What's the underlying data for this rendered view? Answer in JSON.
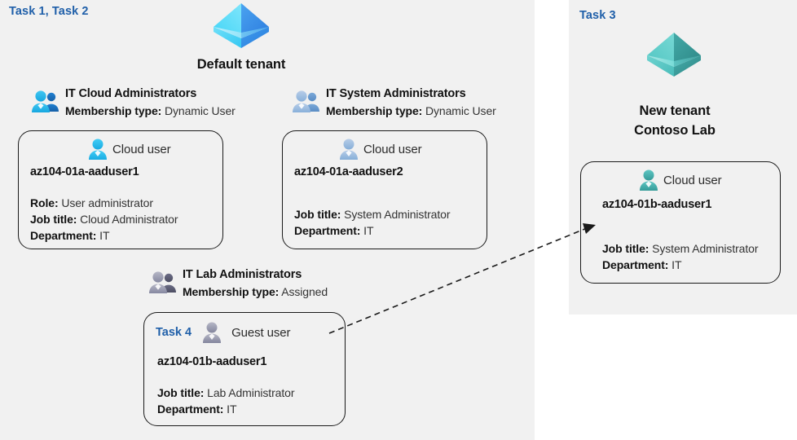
{
  "panels": [
    {
      "id": "default-tenant-panel",
      "task_label": "Task 1, Task 2"
    },
    {
      "id": "new-tenant-panel",
      "task_label": "Task 3"
    }
  ],
  "tenants": [
    {
      "name": "Default tenant",
      "icon": "azure-ad-tenant-icon",
      "color": "#32b2ef"
    },
    {
      "name_line1": "New  tenant",
      "name_line2": "Contoso Lab",
      "icon": "azure-ad-tenant-icon",
      "color": "#3fb2b0"
    }
  ],
  "groups": [
    {
      "name": "IT Cloud Administrators",
      "membership_label": "Membership type:",
      "membership_value": "Dynamic User",
      "icon": "group-users-icon",
      "color": "#27a9e1"
    },
    {
      "name": "IT System Administrators",
      "membership_label": "Membership type:",
      "membership_value": "Dynamic User",
      "icon": "group-users-icon",
      "color": "#8fb4dc"
    },
    {
      "name": "IT Lab Administrators",
      "membership_label": "Membership type:",
      "membership_value": "Assigned",
      "icon": "group-users-icon",
      "color": "#8e8fa6"
    }
  ],
  "users": [
    {
      "task": "",
      "type": "Cloud user",
      "icon": "cloud-user-icon",
      "color": "#29b6e8",
      "upn": "az104-01a-aaduser1",
      "props": [
        {
          "label": "Role:",
          "value": "User administrator"
        },
        {
          "label": "Job title:",
          "value": "Cloud Administrator"
        },
        {
          "label": "Department:",
          "value": "IT"
        }
      ]
    },
    {
      "task": "",
      "type": "Cloud user",
      "icon": "cloud-user-icon",
      "color": "#8fb4dc",
      "upn": "az104-01a-aaduser2",
      "props": [
        {
          "label": "Job title:",
          "value": "System Administrator"
        },
        {
          "label": "Department:",
          "value": "IT"
        }
      ]
    },
    {
      "task": "Task 4",
      "type": "Guest user",
      "icon": "guest-user-icon",
      "color": "#8e8fa6",
      "upn": "az104-01b-aaduser1",
      "props": [
        {
          "label": "Job title:",
          "value": "Lab Administrator"
        },
        {
          "label": "Department:",
          "value": "IT"
        }
      ]
    },
    {
      "task": "",
      "type": "Cloud user",
      "icon": "cloud-user-icon",
      "color": "#3fb2b0",
      "upn": "az104-01b-aaduser1",
      "props": [
        {
          "label": "Job title:",
          "value": "System Administrator"
        },
        {
          "label": "Department:",
          "value": "IT"
        }
      ]
    }
  ],
  "connector": {
    "name": "guest-user-invite-arrow",
    "style": "dashed",
    "color": "#1a1a1a"
  },
  "palette": {
    "panel_bg": "#f1f1f1",
    "page_bg": "#ffffff",
    "task_blue": "#1f5fa9",
    "text_dark": "#111111",
    "outline": "#1a1a1a"
  }
}
